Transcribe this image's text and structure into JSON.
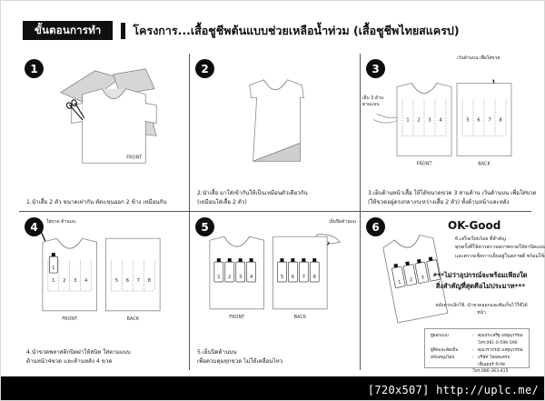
{
  "header": {
    "badge": "ขั้นตอนการทำ",
    "title": "โครงการ...เสื้อชูชีพต้นแบบช่วยเหลือน้ำท่วม (เสื้อชูชีพไทยสแครป)"
  },
  "steps": [
    {
      "number": "1",
      "caption": [
        "1.นำเสื้อ 2 ตัว ขนาดเท่ากัน ตัดแขนออก 2 ข้าง เหมือนกัน"
      ],
      "front_label": "FRONT"
    },
    {
      "number": "2",
      "caption": [
        "2.นำเสื้อ มาใส่เข้ากันให้เป็นเหมือนตัวเดียวกัน",
        "(เหมือนใส่เสื้อ 2 ตัว)"
      ]
    },
    {
      "number": "3",
      "caption": [
        "3.เย็บด้านหน้าเสื้อ ให้ได้ขนาดขวด 3 สามด้าน เว้นด้านบน เพื่อใส่ขวด",
        "(ให้ขวดอยู่ตรงกลางระหว่างเสื้อ 2 ตัว) ทั้งด้านหน้าและหลัง"
      ],
      "annotation_top": "เว้นด้านบน เพื่อใส่ขวด",
      "annotation_left": [
        "เย็บ 3 ด้าน",
        "ตามแบบ"
      ],
      "front_label": "FRONT",
      "back_label": "BACK",
      "front_pockets": [
        "1",
        "2",
        "3",
        "4"
      ],
      "back_pockets": [
        "5",
        "6",
        "7",
        "8"
      ]
    },
    {
      "number": "4",
      "caption": [
        "4.นำขวดพลาสติกปิดฝาให้สนิท ใส่ตามแบบ",
        "ด้านหน้า4ขวด และด้านหลัง 4 ขวด"
      ],
      "annotation": "ใส่ขวด ด้านบน",
      "front_label": "FRONT",
      "back_label": "BACK",
      "front_pockets": [
        "1",
        "2",
        "3",
        "4"
      ],
      "back_pockets": [
        "5",
        "6",
        "7",
        "8"
      ],
      "inserted_bottle": "1"
    },
    {
      "number": "5",
      "caption": [
        "5.เย็บปิดด้านบน",
        "เพื่อควบคุมทุกขวด ไม่ให้เคลื่อนไหว"
      ],
      "annotation": "เย็บปิดด้านบน",
      "front_label": "FRONT",
      "back_label": "BACK",
      "front_pockets": [
        "1",
        "2",
        "3",
        "4"
      ],
      "back_pockets": [
        "5",
        "6",
        "7",
        "8"
      ]
    },
    {
      "number": "6",
      "ok_heading": "OK-Good",
      "body": [
        "6.เสร็จเรียบร้อย ที่สำคัญ",
        "ทุกครั้งที่ใช้ควรตรวจสภาพขวดให้ฝาปิดแน่น",
        "และตรวจเช็คการเย็บอยู่ในสภาพดี พร้อมใช้งาน"
      ],
      "slogan": [
        "***ไม่ว่าอุปกรณ์จะพร้อมเพียงใด",
        "สิ่งสำคัญที่สุดคือไม่ประมาท***"
      ],
      "after_note": "หลังจากเลิกใช้..นำขวดออกและพับเก็บไว้ใช้ได้หน้า",
      "vest_pockets": [
        "1",
        "2",
        "3",
        "4"
      ],
      "contact": {
        "rows": [
          {
            "key": "ผู้ออกแบบ",
            "sep": ":",
            "value": "คุณประเสริฐ มหฐนุวรรณ โทร.081-0-596-596"
          },
          {
            "key": "ผู้คิดและตัดเย็บ",
            "sep": ":",
            "value": "คุณวราภรณ์ มหฐนุวรรณ"
          },
          {
            "key": "สนับสนุนโดย",
            "sep": ":",
            "value": "บริษัท ไทยสแครป เซ็นเตอร์ จำกัด"
          }
        ],
        "tel": "โทร.086-363-415"
      }
    }
  ],
  "watermark": "[720x507] http://uplc.me/",
  "colors": {
    "ink": "#1a1a1a",
    "badge_bg": "#101010",
    "shade": "#d6d6d6",
    "stroke": "#6e6e6e"
  }
}
